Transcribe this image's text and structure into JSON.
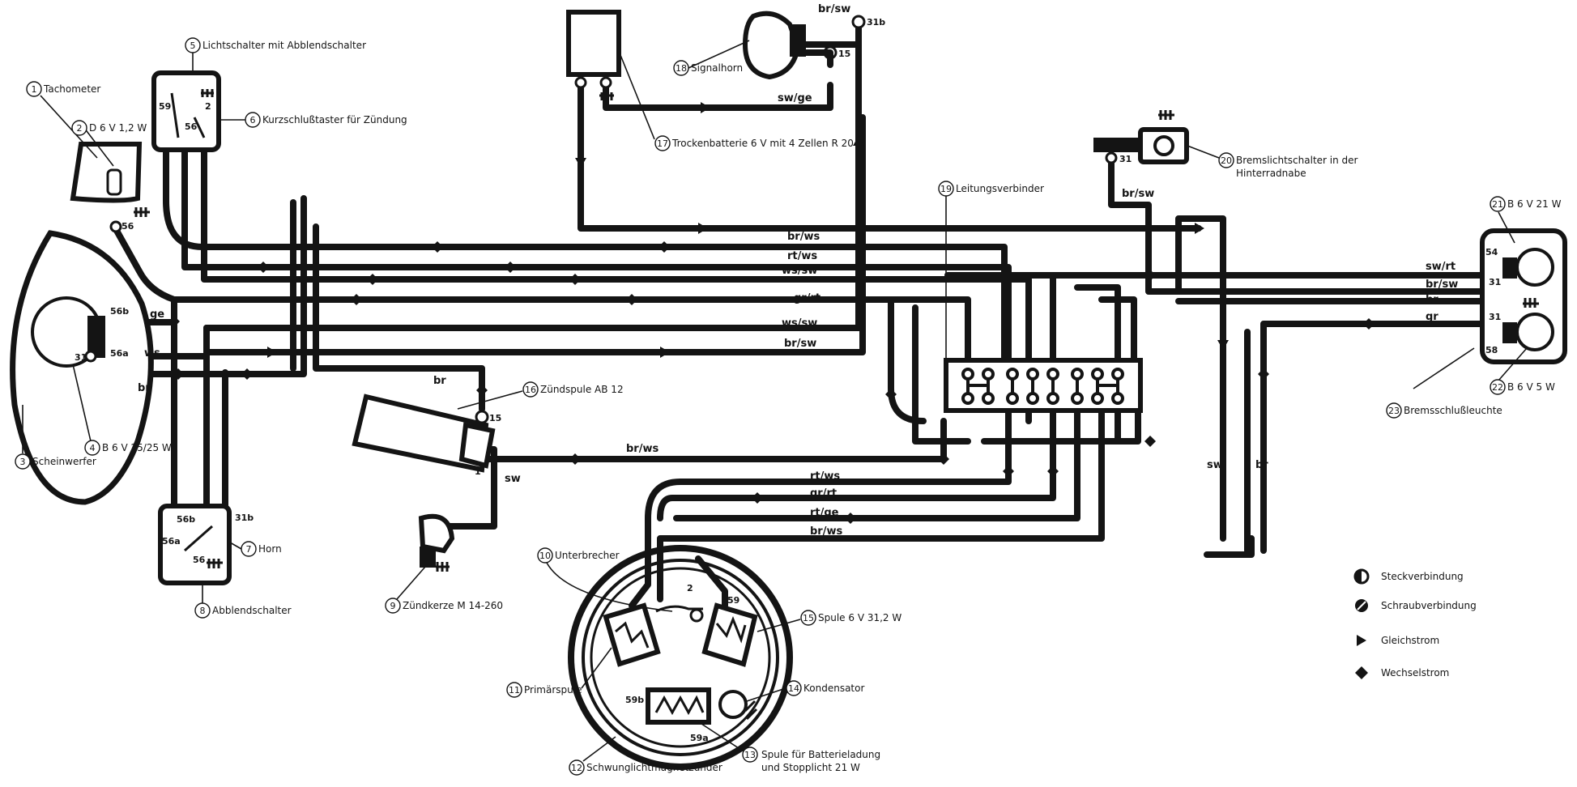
{
  "components": {
    "c1": {
      "num": "1",
      "label": "Tachometer"
    },
    "c2": {
      "num": "2",
      "label": "D 6 V  1,2 W"
    },
    "c3": {
      "num": "3",
      "label": "Scheinwerfer"
    },
    "c4": {
      "num": "4",
      "label": "B 6 V  25/25 W"
    },
    "c5": {
      "num": "5",
      "label": "Lichtschalter mit Abblendschalter"
    },
    "c6": {
      "num": "6",
      "label": "Kurzschlußtaster für Zündung"
    },
    "c7": {
      "num": "7",
      "label": "Horn"
    },
    "c8": {
      "num": "8",
      "label": "Abblendschalter"
    },
    "c9": {
      "num": "9",
      "label": "Zündkerze M 14-260"
    },
    "c10": {
      "num": "10",
      "label": "Unterbrecher"
    },
    "c11": {
      "num": "11",
      "label": "Primärspule"
    },
    "c12": {
      "num": "12",
      "label": "Schwunglichtmagnetzünder"
    },
    "c13": {
      "num": "13",
      "label": "Spule für Batterieladung",
      "label2": "und Stopplicht 21 W"
    },
    "c14": {
      "num": "14",
      "label": "Kondensator"
    },
    "c15": {
      "num": "15",
      "label": "Spule 6 V  31,2 W"
    },
    "c16": {
      "num": "16",
      "label": "Zündspule AB 12"
    },
    "c17": {
      "num": "17",
      "label": "Trockenbatterie 6 V mit 4 Zellen R 20"
    },
    "c18": {
      "num": "18",
      "label": "Signalhorn"
    },
    "c19": {
      "num": "19",
      "label": "Leitungsverbinder"
    },
    "c20": {
      "num": "20",
      "label": "Bremslichtschalter in der",
      "label2": "Hinterradnabe"
    },
    "c21": {
      "num": "21",
      "label": "B 6 V  21 W"
    },
    "c22": {
      "num": "22",
      "label": "B 6 V  5 W"
    },
    "c23": {
      "num": "23",
      "label": "Bremsschlußleuchte"
    }
  },
  "wires": {
    "brws_top": "br/ws",
    "rtws_top": "rt/ws",
    "wssw_top": "ws/sw",
    "grrt_mid": "gr/rt",
    "wssw_mid": "ws/sw",
    "brsw_mid": "br/sw",
    "ge": "ge",
    "ws": "ws",
    "br_left": "br",
    "br_coil": "br",
    "sw_coil": "sw",
    "brws_coil": "br/ws",
    "brsw_horn": "br/sw",
    "swge": "sw/ge",
    "brsw_brake": "br/sw",
    "swrt_tail": "sw/rt",
    "brsw_tail": "br/sw",
    "br_tail": "br",
    "gr_tail": "gr",
    "sw_down": "sw",
    "br_down": "br",
    "rtws_low": "rt/ws",
    "grrt_low": "gr/rt",
    "rtge_low": "rt/ge",
    "brws_low": "br/ws"
  },
  "terminals": {
    "t56_tacho": "56",
    "t56b_head": "56b",
    "t56a_head": "56a",
    "t31_head": "31",
    "t59_switch": "59",
    "t56_switch": "56",
    "t2_switch": "2",
    "t56b_dim": "56b",
    "t56a_dim": "56a",
    "t56_dim": "56",
    "t31b_dim": "31b",
    "t15_coil": "15",
    "t1_coil": "1",
    "t31b_horn": "31b",
    "t15_horn": "15",
    "t31_brake": "31",
    "t54_tail": "54",
    "t31_tail_a": "31",
    "t31_tail_b": "31",
    "t58_tail": "58",
    "t2_break": "2",
    "t59_coil": "59",
    "t59b_mag": "59b",
    "t59a_mag": "59a"
  },
  "legend": {
    "steck": "Steckverbindung",
    "schraub": "Schraubverbindung",
    "gleich": "Gleichstrom",
    "wechsel": "Wechselstrom"
  }
}
